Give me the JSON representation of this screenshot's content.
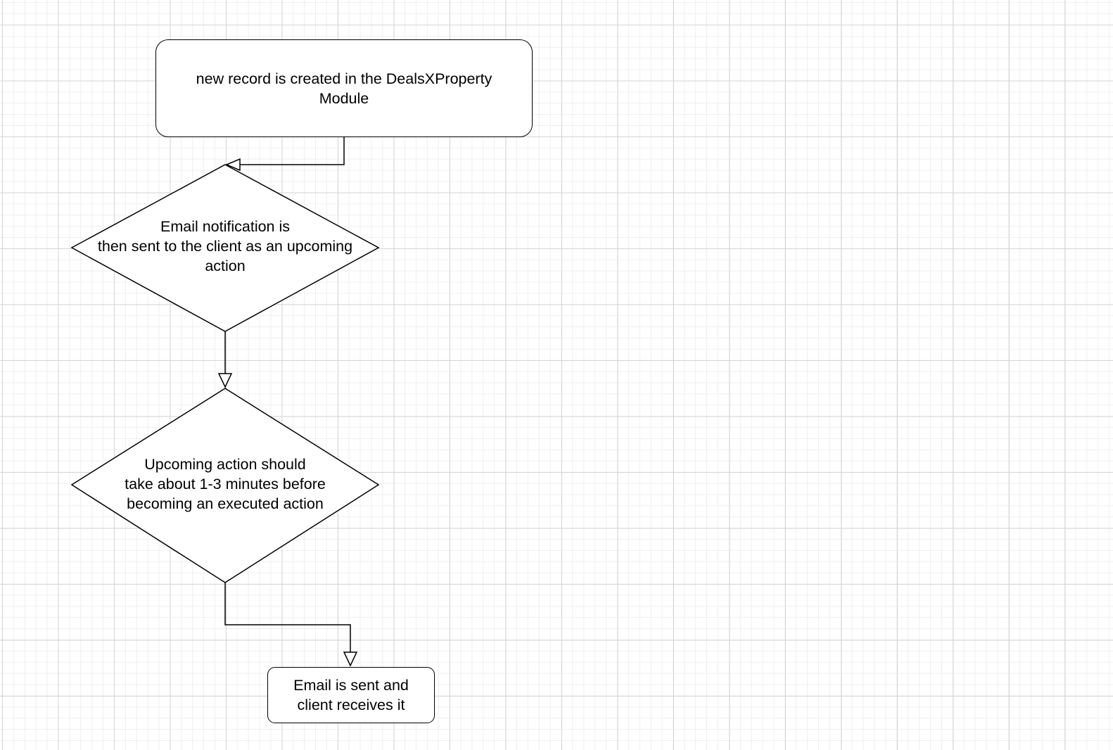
{
  "diagram": {
    "nodes": {
      "start": {
        "shape": "rounded-rectangle",
        "label": "new record is created in the DealsXProperty\nModule"
      },
      "decision_1": {
        "shape": "diamond",
        "label": "Email notification is\nthen sent to the client as an upcoming\naction"
      },
      "decision_2": {
        "shape": "diamond",
        "label": "Upcoming action should\ntake about 1-3 minutes before\nbecoming an executed action"
      },
      "end": {
        "shape": "rounded-rectangle",
        "label": "Email is sent and\nclient receives it"
      }
    },
    "edges": [
      {
        "from": "start",
        "to": "decision_1",
        "arrowhead": "open-triangle"
      },
      {
        "from": "decision_1",
        "to": "decision_2",
        "arrowhead": "open-triangle"
      },
      {
        "from": "decision_2",
        "to": "end",
        "arrowhead": "open-triangle"
      }
    ],
    "colors": {
      "stroke": "#000000",
      "fill": "#ffffff",
      "grid_major": "#d6d6d6",
      "grid_minor": "#efefef"
    }
  }
}
